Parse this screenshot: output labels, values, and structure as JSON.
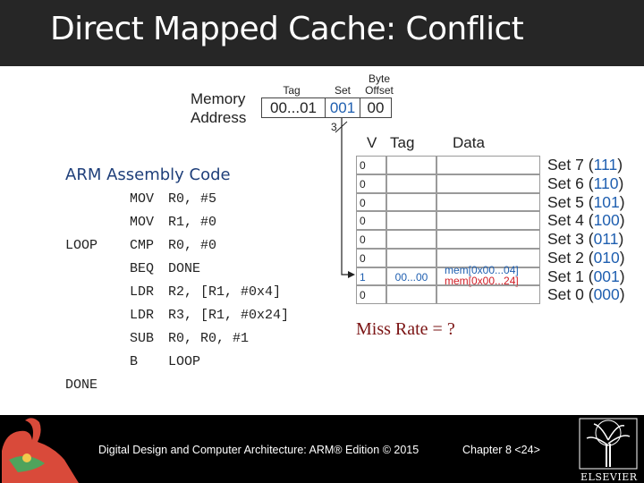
{
  "slide": {
    "title": "Direct Mapped Cache: Conflict",
    "footer": "Digital Design and Computer Architecture: ARM® Edition © 2015",
    "chapter": "Chapter 8 <24>",
    "publisher": "ELSEVIER"
  },
  "address": {
    "label_line1": "Memory",
    "label_line2": "Address",
    "tag_header": "Tag",
    "set_header": "Set",
    "offset_header_line1": "Byte",
    "offset_header_line2": "Offset",
    "tag_value": "00...01",
    "set_value": "001",
    "offset_value": "00",
    "set_bits": "3"
  },
  "cache": {
    "headers": {
      "v": "V",
      "tag": "Tag",
      "data": "Data"
    },
    "rows": [
      {
        "set": "Set 7",
        "bits": "111",
        "v": "0",
        "tag": ""
      },
      {
        "set": "Set 6",
        "bits": "110",
        "v": "0",
        "tag": ""
      },
      {
        "set": "Set 5",
        "bits": "101",
        "v": "0",
        "tag": ""
      },
      {
        "set": "Set 4",
        "bits": "100",
        "v": "0",
        "tag": ""
      },
      {
        "set": "Set 3",
        "bits": "011",
        "v": "0",
        "tag": ""
      },
      {
        "set": "Set 2",
        "bits": "010",
        "v": "0",
        "tag": ""
      },
      {
        "set": "Set 1",
        "bits": "001",
        "v": "1",
        "tag": "00...00",
        "data_line1": "mem[0x00...04]",
        "data_line2": "mem[0x00...24]"
      },
      {
        "set": "Set 0",
        "bits": "000",
        "v": "0",
        "tag": ""
      }
    ]
  },
  "code": {
    "title": "ARM Assembly Code",
    "lines": [
      {
        "label": "",
        "op": "MOV",
        "args": "R0, #5"
      },
      {
        "label": "",
        "op": "MOV",
        "args": "R1, #0"
      },
      {
        "label": "LOOP",
        "op": "CMP",
        "args": "R0, #0"
      },
      {
        "label": "",
        "op": "BEQ",
        "args": "DONE"
      },
      {
        "label": "",
        "op": "LDR",
        "args": "R2, [R1, #0x4]"
      },
      {
        "label": "",
        "op": "LDR",
        "args": "R3, [R1, #0x24]"
      },
      {
        "label": "",
        "op": "SUB",
        "args": "R0, R0, #1"
      },
      {
        "label": "",
        "op": "B",
        "args": "LOOP"
      },
      {
        "label": "DONE",
        "op": "",
        "args": ""
      }
    ]
  },
  "miss_rate": "Miss Rate = ?",
  "colors": {
    "title_bar": "#262626",
    "asm_title": "#1f3f7a",
    "set_bits": "#1f5fb0",
    "conflict_data": "#d11c24",
    "miss_rate": "#7b1414"
  }
}
